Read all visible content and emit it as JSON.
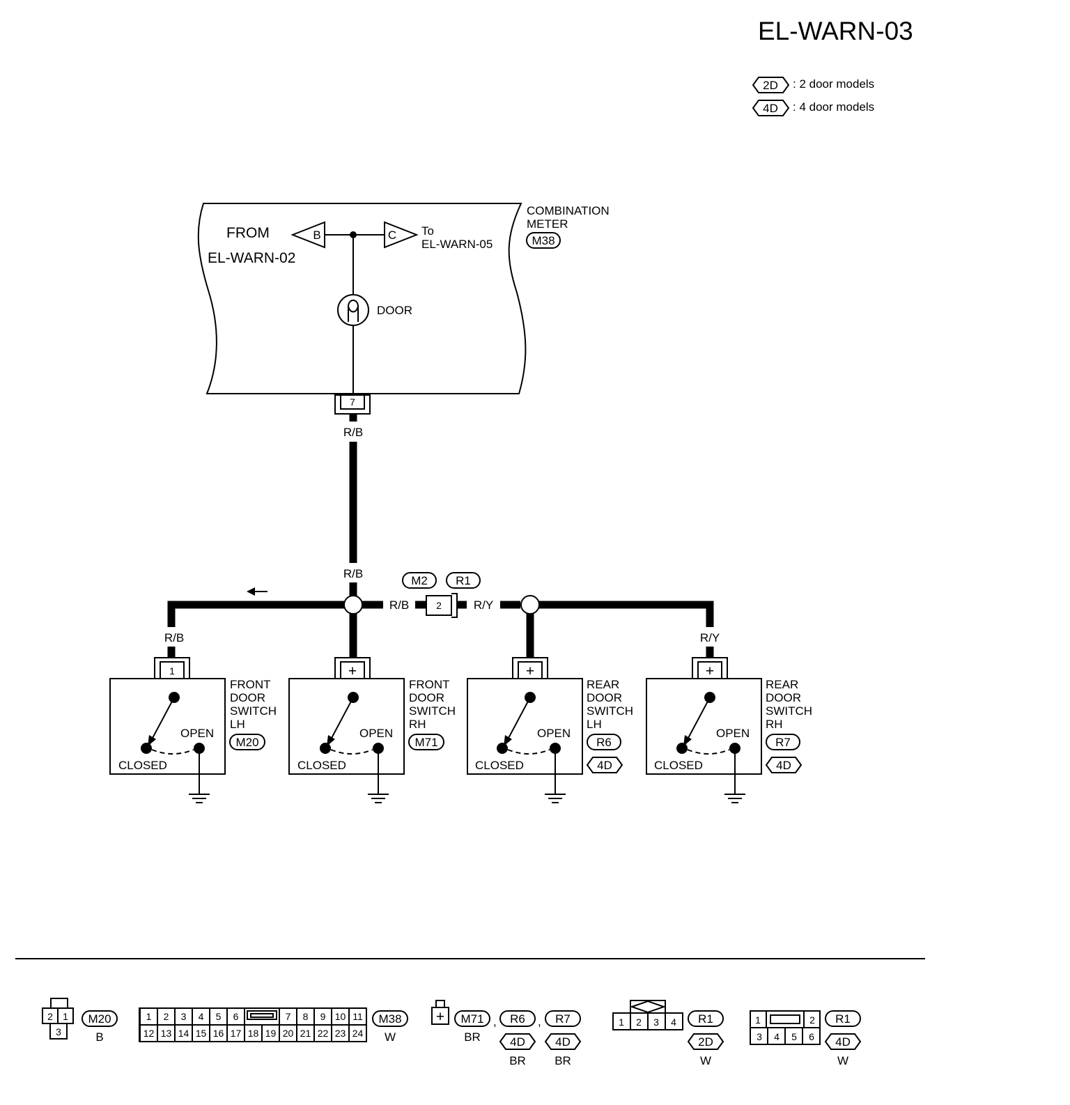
{
  "page": {
    "id": "EL-WARN-03"
  },
  "legend": [
    {
      "tag": "2D",
      "desc": ": 2 door models"
    },
    {
      "tag": "4D",
      "desc": ": 4 door models"
    }
  ],
  "meter": {
    "name_l1": "COMBINATION",
    "name_l2": "METER",
    "connector": "M38",
    "from_l1": "FROM",
    "from_l2": "EL-WARN-02",
    "to_l1": "To",
    "to_l2": "EL-WARN-05",
    "tag_b": "B",
    "tag_c": "C",
    "lamp": "DOOR",
    "pin": "7"
  },
  "wires": {
    "rb": "R/B",
    "ry": "R/Y"
  },
  "junction": {
    "c1": "M2",
    "c2": "R1",
    "pin": "2"
  },
  "switches": [
    {
      "l1": "FRONT",
      "l2": "DOOR",
      "l3": "SWITCH",
      "l4": "LH",
      "connector": "M20",
      "model": "",
      "pin": "1",
      "open": "OPEN",
      "closed": "CLOSED"
    },
    {
      "l1": "FRONT",
      "l2": "DOOR",
      "l3": "SWITCH",
      "l4": "RH",
      "connector": "M71",
      "model": "",
      "pin": "+",
      "open": "OPEN",
      "closed": "CLOSED"
    },
    {
      "l1": "REAR",
      "l2": "DOOR",
      "l3": "SWITCH",
      "l4": "LH",
      "connector": "R6",
      "model": "4D",
      "pin": "+",
      "open": "OPEN",
      "closed": "CLOSED"
    },
    {
      "l1": "REAR",
      "l2": "DOOR",
      "l3": "SWITCH",
      "l4": "RH",
      "connector": "R7",
      "model": "4D",
      "pin": "+",
      "open": "OPEN",
      "closed": "CLOSED"
    }
  ],
  "connectors": {
    "m20": {
      "id": "M20",
      "color": "B",
      "pins_top": [
        "2",
        "1"
      ],
      "pins_bottom": [
        "3"
      ]
    },
    "m38": {
      "id": "M38",
      "color": "W",
      "pins_top": [
        "1",
        "2",
        "3",
        "4",
        "5",
        "6",
        "7",
        "8",
        "9",
        "10",
        "11"
      ],
      "pins_bottom": [
        "12",
        "13",
        "14",
        "15",
        "16",
        "17",
        "18",
        "19",
        "20",
        "21",
        "22",
        "23",
        "24"
      ]
    },
    "group": {
      "symbol": "+",
      "id1": "M71",
      "color1": "BR",
      "id2": "R6",
      "model2": "4D",
      "color2": "BR",
      "id3": "R7",
      "model3": "4D",
      "color3": "BR",
      "sep1": ",",
      "sep2": ","
    },
    "r1_2d": {
      "id": "R1",
      "model": "2D",
      "color": "W",
      "pins": [
        "1",
        "2",
        "3",
        "4"
      ]
    },
    "r1_4d": {
      "id": "R1",
      "model": "4D",
      "color": "W",
      "pins_top": [
        "1",
        "2"
      ],
      "pins_bottom": [
        "3",
        "4",
        "5",
        "6"
      ]
    }
  }
}
